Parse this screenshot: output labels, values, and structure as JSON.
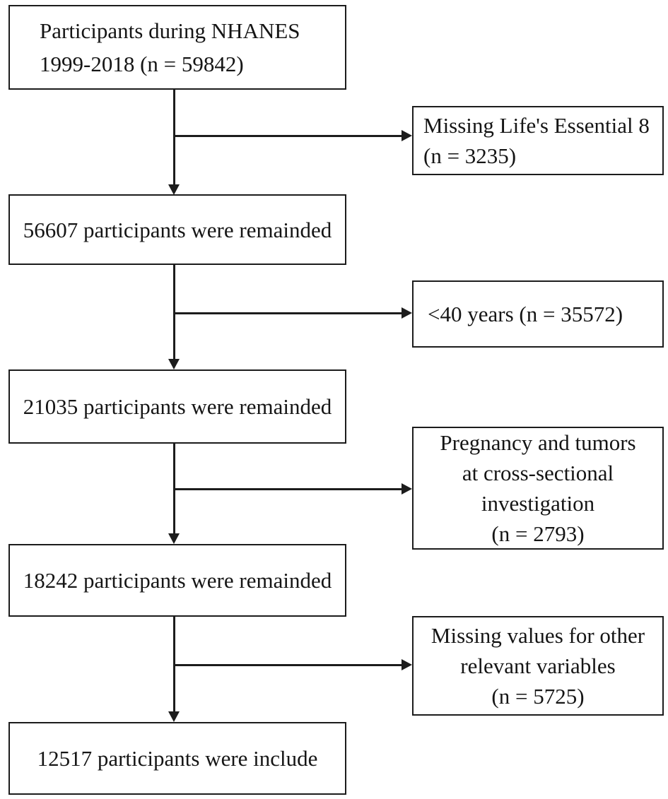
{
  "figure": {
    "type": "participant-selection-flowchart",
    "colors": {
      "background": "#ffffff",
      "border": "#1c1c1c",
      "text": "#151515"
    }
  },
  "flow": {
    "main": [
      {
        "name": "participants-nhanes",
        "lines": [
          "Participants during NHANES",
          "1999-2018 (n = 59842)"
        ]
      },
      {
        "name": "remaining-56607",
        "lines": [
          "56607 participants were remainded"
        ]
      },
      {
        "name": "remaining-21035",
        "lines": [
          "21035 participants were remainded"
        ]
      },
      {
        "name": "remaining-18242",
        "lines": [
          "18242 participants were remainded"
        ]
      },
      {
        "name": "included-12517",
        "lines": [
          "12517 participants were include"
        ]
      }
    ],
    "exclusions": [
      {
        "name": "missing-le8",
        "lines": [
          "Missing Life's Essential 8",
          "(n = 3235)"
        ]
      },
      {
        "name": "under-40-years",
        "lines": [
          "<40 years (n = 35572)"
        ]
      },
      {
        "name": "pregnancy-tumors",
        "lines": [
          "Pregnancy and tumors",
          "at cross-sectional",
          "investigation",
          "(n = 2793)"
        ]
      },
      {
        "name": "missing-other-values",
        "lines": [
          "Missing values for other",
          "relevant variables",
          "(n = 5725)"
        ]
      }
    ]
  }
}
